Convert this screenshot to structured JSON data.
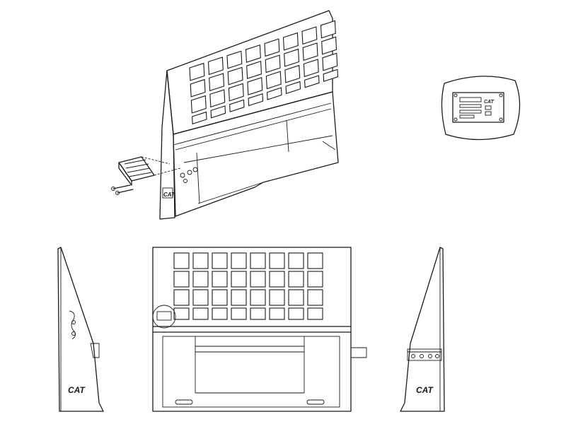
{
  "diagram": {
    "brand_mark": "CAT",
    "colors": {
      "line": "#1a1a1a",
      "background": "#ffffff"
    },
    "views": [
      {
        "id": "isometric-view",
        "icon": "work-tool-isometric"
      },
      {
        "id": "nameplate-detail",
        "icon": "serial-plate"
      },
      {
        "id": "left-side-view",
        "icon": "side-profile"
      },
      {
        "id": "front-view",
        "icon": "front-elevation"
      },
      {
        "id": "right-side-view",
        "icon": "side-profile"
      }
    ],
    "grid": {
      "rows": 4,
      "cols": 8
    }
  }
}
